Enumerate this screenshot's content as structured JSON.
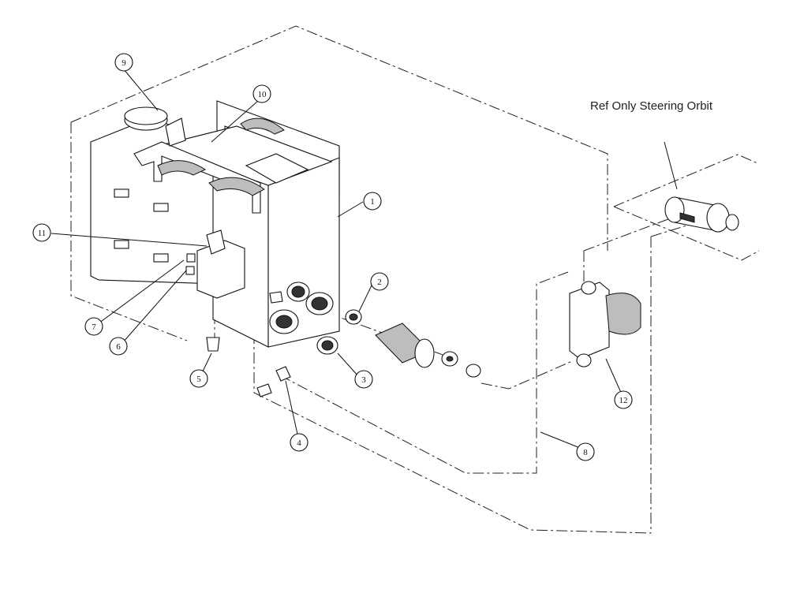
{
  "diagram": {
    "reference_label": "Ref Only Steering Orbit",
    "balloons": [
      {
        "id": "b1",
        "label": "1"
      },
      {
        "id": "b2",
        "label": "2"
      },
      {
        "id": "b3",
        "label": "3"
      },
      {
        "id": "b4",
        "label": "4"
      },
      {
        "id": "b5",
        "label": "5"
      },
      {
        "id": "b6",
        "label": "6"
      },
      {
        "id": "b7",
        "label": "7"
      },
      {
        "id": "b8",
        "label": "8"
      },
      {
        "id": "b9",
        "label": "9"
      },
      {
        "id": "b10",
        "label": "10"
      },
      {
        "id": "b11",
        "label": "11"
      },
      {
        "id": "b12",
        "label": "12"
      }
    ]
  }
}
